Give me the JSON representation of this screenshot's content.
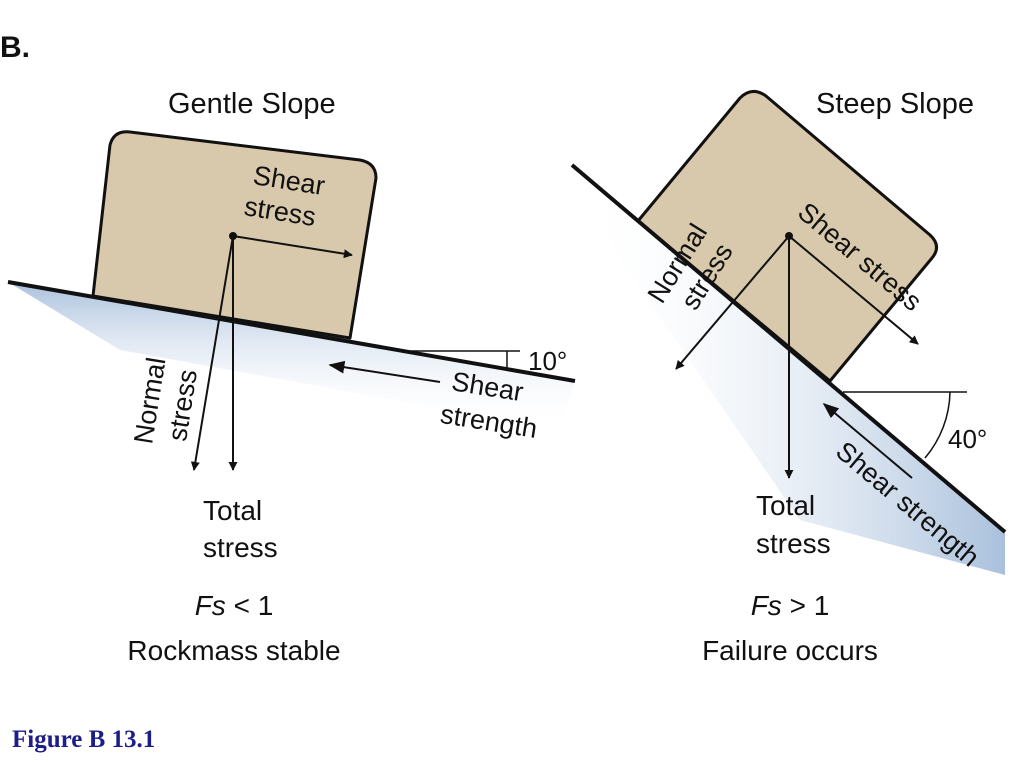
{
  "panel_letter": "B.",
  "left": {
    "title": "Gentle Slope",
    "shear_stress": [
      "Shear",
      "stress"
    ],
    "normal_stress": [
      "Normal",
      "stress"
    ],
    "total_stress": [
      "Total",
      "stress"
    ],
    "shear_strength": [
      "Shear",
      "strength"
    ],
    "angle": "10°",
    "fs_var": "Fs",
    "fs_rel": " < 1",
    "result": "Rockmass stable"
  },
  "right": {
    "title": "Steep Slope",
    "shear_stress": "Shear stress",
    "normal_stress": [
      "Normal",
      "stress"
    ],
    "total_stress": [
      "Total",
      "stress"
    ],
    "shear_strength": "Shear strength",
    "angle": "40°",
    "fs_var": "Fs",
    "fs_rel": " > 1",
    "result": "Failure occurs"
  },
  "caption": "Figure B 13.1",
  "colors": {
    "block_fill": "#d9c9ac",
    "slope_shadow": "#a9c0dc",
    "caption": "#1d1d8a"
  }
}
